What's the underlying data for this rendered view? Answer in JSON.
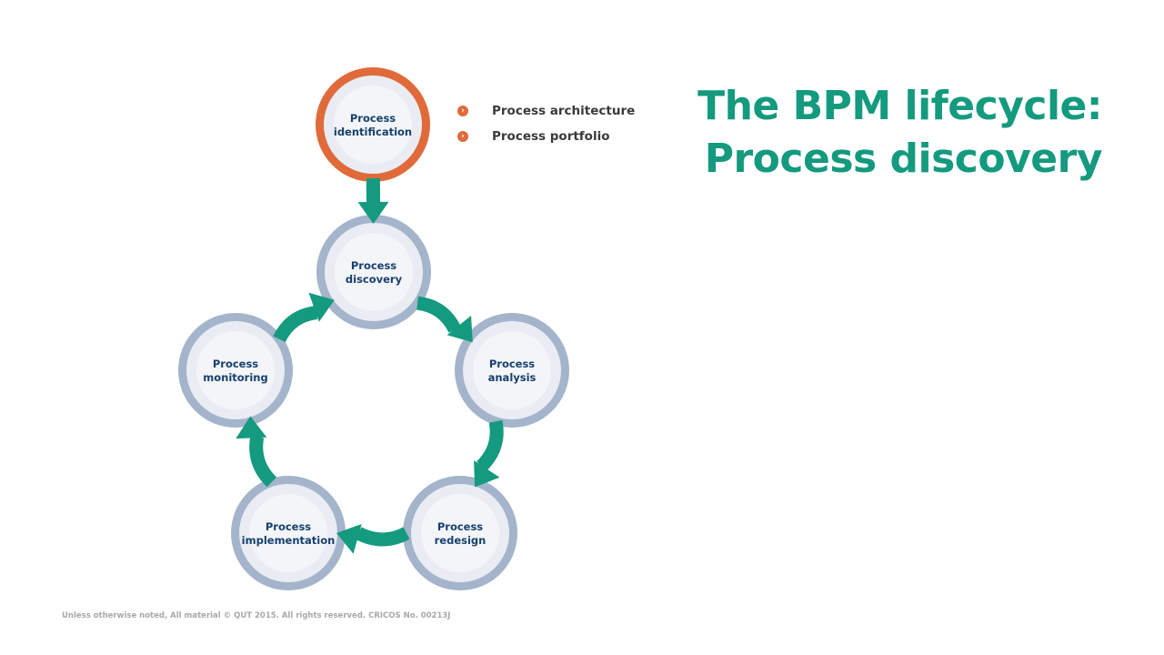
{
  "title": {
    "line1": "The BPM lifecycle:",
    "line2": "Process discovery"
  },
  "highlight_node": {
    "id": "identification",
    "line1": "Process",
    "line2": "identification",
    "ring_color": "#e06a3a"
  },
  "bullets": [
    {
      "icon": "chevron-right-circle-icon",
      "label": "Process architecture"
    },
    {
      "icon": "chevron-right-circle-icon",
      "label": "Process portfolio"
    }
  ],
  "cycle_nodes": [
    {
      "id": "discovery",
      "line1": "Process",
      "line2": "discovery"
    },
    {
      "id": "analysis",
      "line1": "Process",
      "line2": "analysis"
    },
    {
      "id": "redesign",
      "line1": "Process",
      "line2": "redesign"
    },
    {
      "id": "implementation",
      "line1": "Process",
      "line2": "implementation"
    },
    {
      "id": "monitoring",
      "line1": "Process",
      "line2": "monitoring"
    }
  ],
  "flows": [
    {
      "from": "identification",
      "to": "discovery"
    },
    {
      "from": "discovery",
      "to": "analysis"
    },
    {
      "from": "analysis",
      "to": "redesign"
    },
    {
      "from": "redesign",
      "to": "implementation"
    },
    {
      "from": "implementation",
      "to": "monitoring"
    },
    {
      "from": "monitoring",
      "to": "discovery"
    }
  ],
  "colors": {
    "accent_green": "#149a7e",
    "ring_gray": "#a3b4cb",
    "node_fill": "#e9edf3",
    "node_inner": "#f3f5f8",
    "node_text": "#17406d",
    "orange": "#e06a3a"
  },
  "footer": "Unless otherwise noted, All material © QUT 2015. All rights reserved. CRICOS No. 00213J"
}
